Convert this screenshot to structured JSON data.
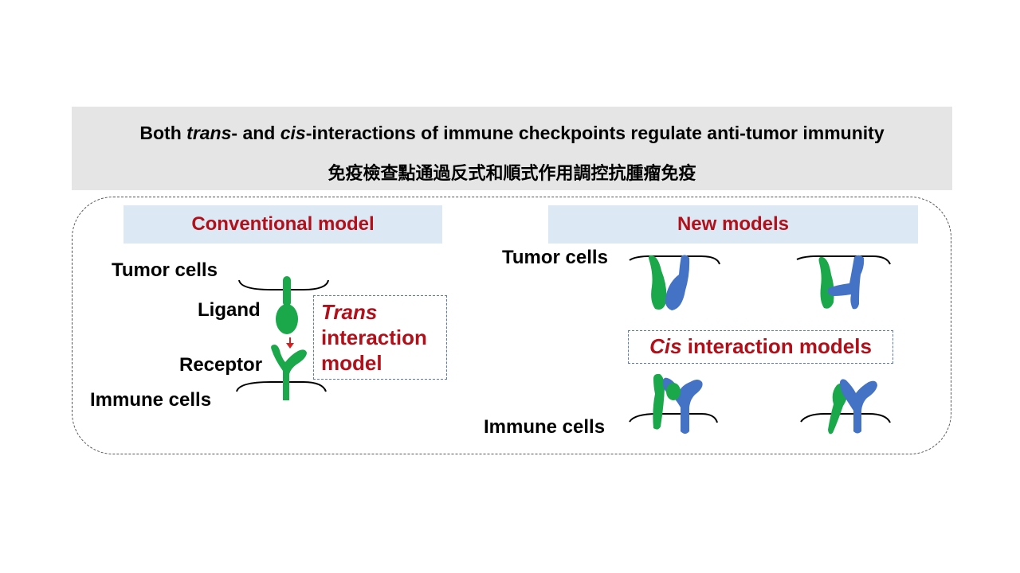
{
  "title": {
    "en_pre": "Both ",
    "en_trans": "trans",
    "en_mid": "- and ",
    "en_cis": "cis",
    "en_post": "-interactions of immune checkpoints regulate anti-tumor immunity",
    "zh": "免疫檢查點通過反式和順式作用調控抗腫瘤免疫"
  },
  "conventional": {
    "header": "Conventional model",
    "tumor_label": "Tumor cells",
    "ligand_label": "Ligand",
    "receptor_label": "Receptor",
    "immune_label": "Immune cells",
    "trans_italic": "Trans",
    "trans_line2": "interaction",
    "trans_line3": "model"
  },
  "new_models": {
    "header": "New models",
    "tumor_label": "Tumor cells",
    "immune_label": "Immune cells",
    "cis_italic": "Cis",
    "cis_rest": " interaction models"
  },
  "colors": {
    "green": "#1aa84a",
    "blue": "#4472c4",
    "red": "#b0101a",
    "header_bg": "#dde8f5",
    "title_bg": "#e6e5e5"
  }
}
